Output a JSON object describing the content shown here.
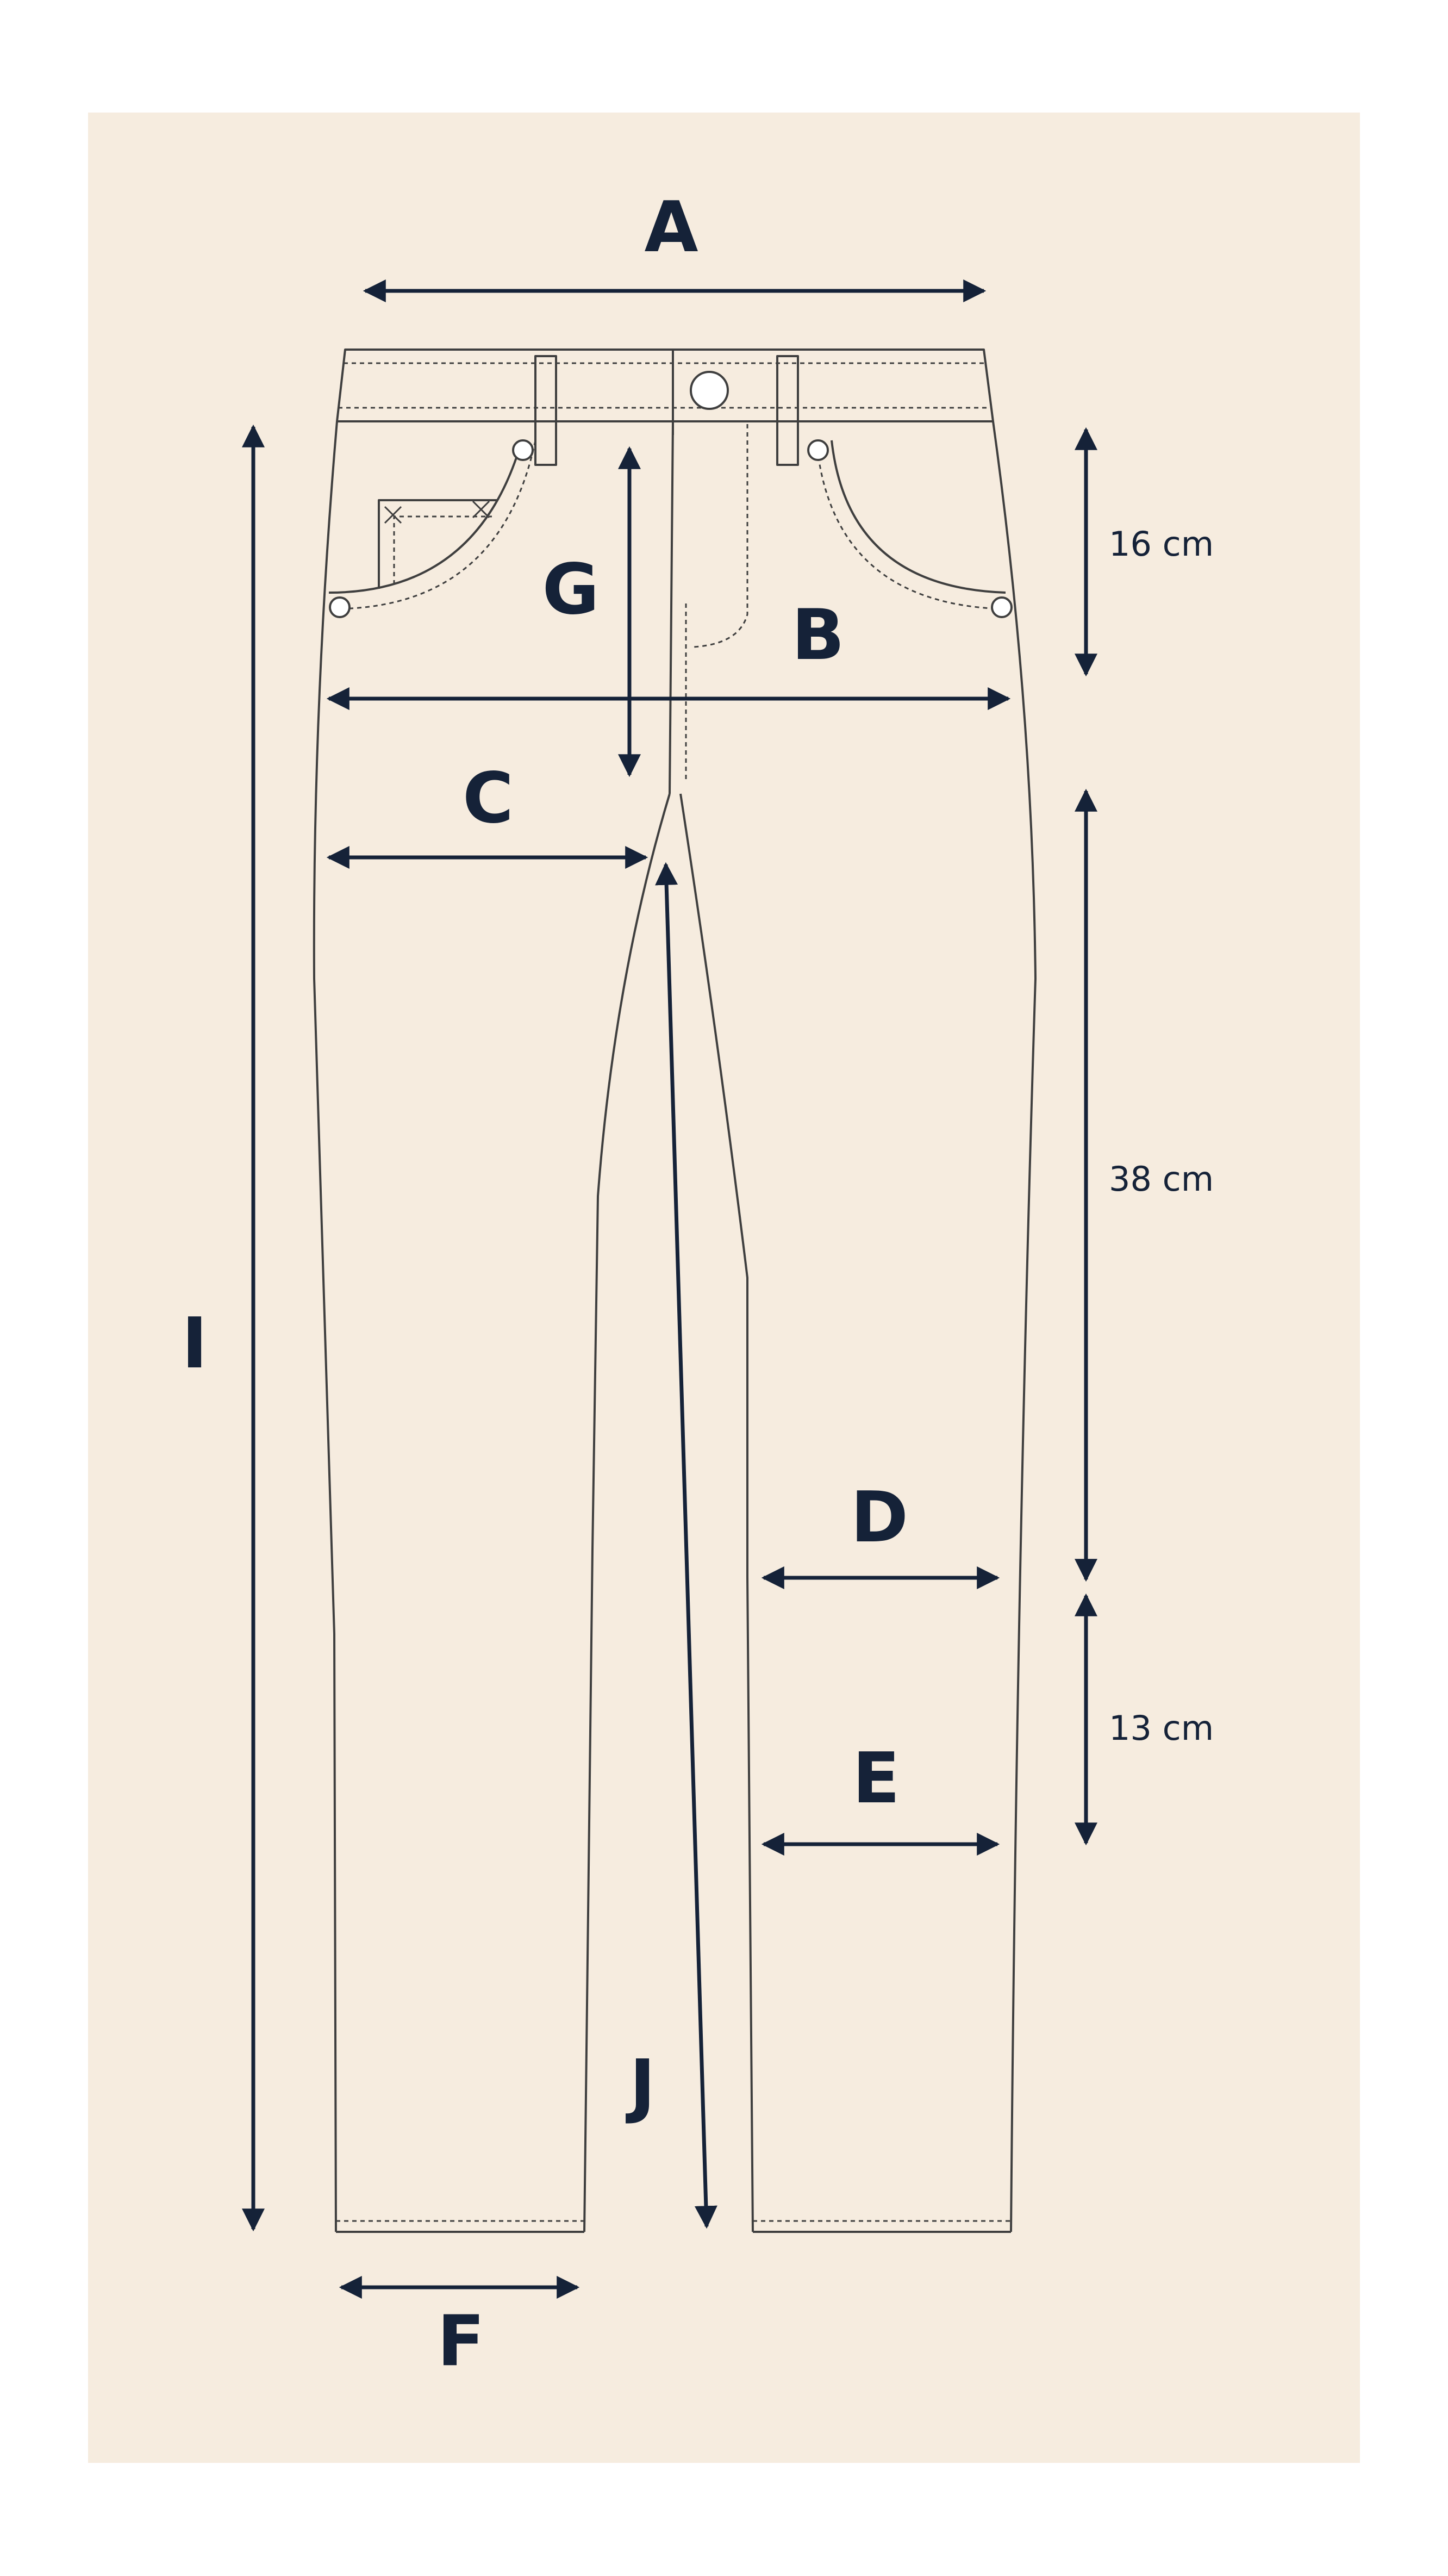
{
  "colors": {
    "page": "#ffffff",
    "panel": "#f6ecdf",
    "ink": "#152238",
    "outline": "#3f3f3f"
  },
  "labels": {
    "a": "A",
    "b": "B",
    "c": "C",
    "d": "D",
    "e": "E",
    "f": "F",
    "g": "G",
    "i": "I",
    "j": "J"
  },
  "measurements": {
    "rise": "16 cm",
    "thigh_to_knee": "38 cm",
    "knee_to_calf": "13 cm"
  }
}
